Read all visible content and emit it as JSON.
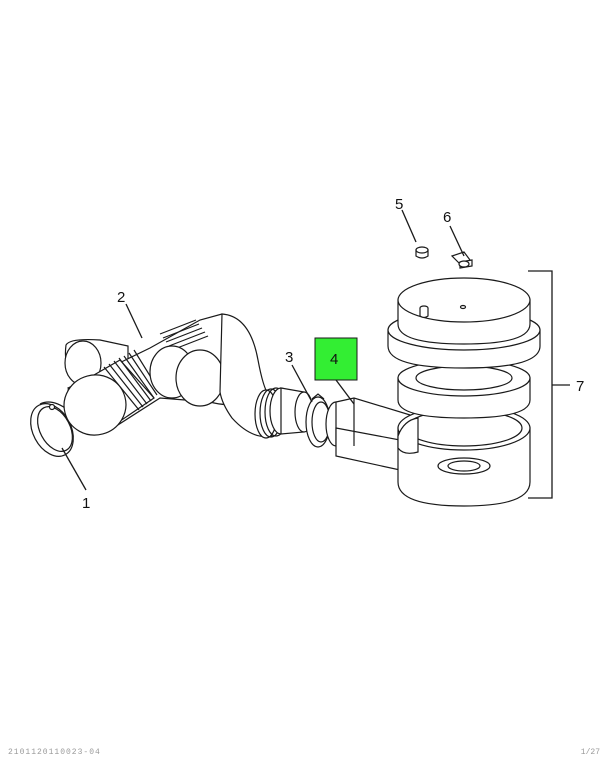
{
  "callouts": {
    "c1": "1",
    "c2": "2",
    "c3": "3",
    "c4": "4",
    "c5": "5",
    "c6": "6",
    "c7": "7"
  },
  "highlight": {
    "part": "4",
    "color": "#33ee33"
  },
  "footer": {
    "left": "2101120110023-04",
    "right": "1/27"
  }
}
